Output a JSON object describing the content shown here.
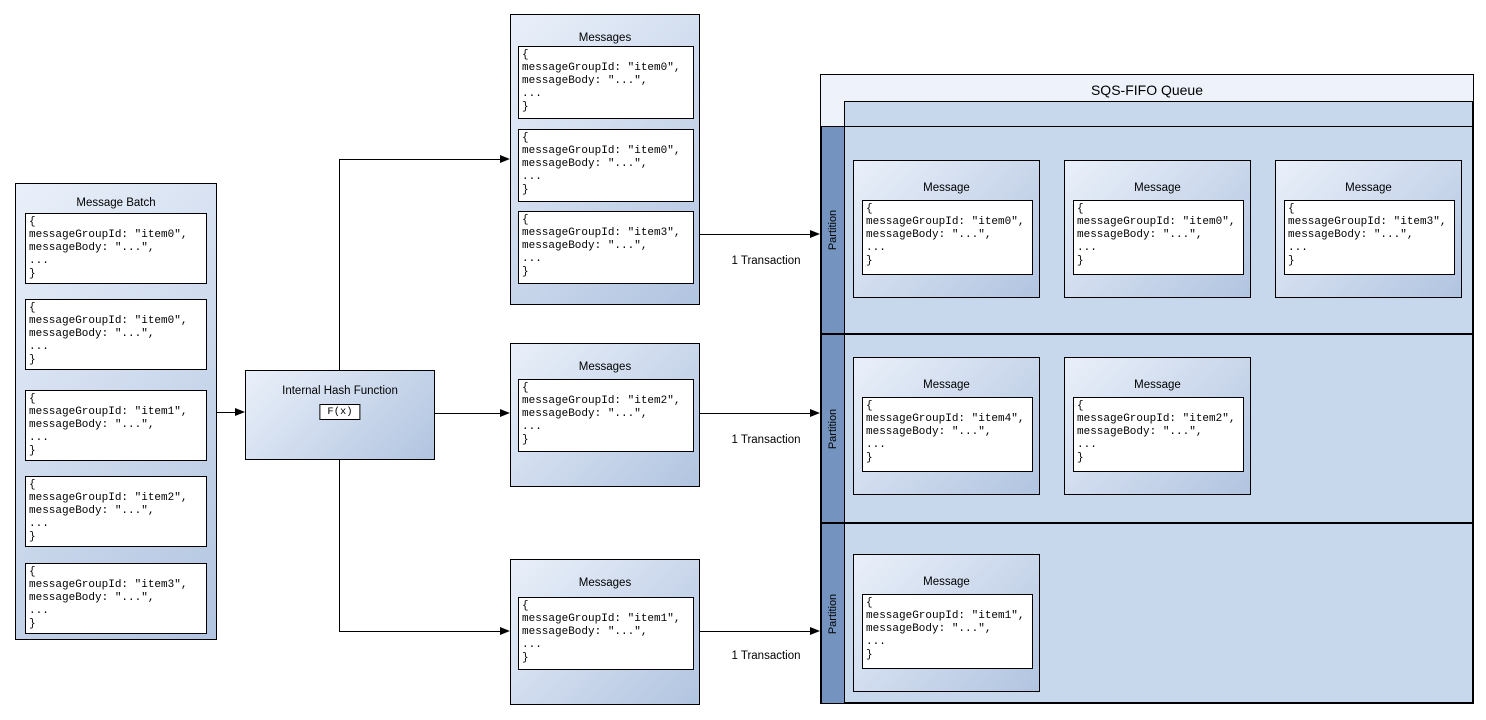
{
  "labels": {
    "transaction": "1 Transaction"
  },
  "batch": {
    "title": "Message Batch",
    "cards": [
      {
        "code": "{\nmessageGroupId: \"item0\",\nmessageBody: \"...\",\n...\n}"
      },
      {
        "code": "{\nmessageGroupId: \"item0\",\nmessageBody: \"...\",\n...\n}"
      },
      {
        "code": "{\nmessageGroupId: \"item1\",\nmessageBody: \"...\",\n...\n}"
      },
      {
        "code": "{\nmessageGroupId: \"item2\",\nmessageBody: \"...\",\n...\n}"
      },
      {
        "code": "{\nmessageGroupId: \"item3\",\nmessageBody: \"...\",\n...\n}"
      }
    ]
  },
  "hash": {
    "title": "Internal Hash Function",
    "badge": "F(x)"
  },
  "groups": [
    {
      "title": "Messages",
      "cards": [
        {
          "code": "{\nmessageGroupId: \"item0\",\nmessageBody: \"...\",\n...\n}"
        },
        {
          "code": "{\nmessageGroupId: \"item0\",\nmessageBody: \"...\",\n...\n}"
        },
        {
          "code": "{\nmessageGroupId: \"item3\",\nmessageBody: \"...\",\n...\n}"
        }
      ]
    },
    {
      "title": "Messages",
      "cards": [
        {
          "code": "{\nmessageGroupId: \"item2\",\nmessageBody: \"...\",\n...\n}"
        }
      ]
    },
    {
      "title": "Messages",
      "cards": [
        {
          "code": "{\nmessageGroupId: \"item1\",\nmessageBody: \"...\",\n...\n}"
        }
      ]
    }
  ],
  "queue": {
    "title": "SQS-FIFO Queue",
    "partitions": [
      {
        "label": "Partition",
        "cards": [
          {
            "title": "Message",
            "code": "{\nmessageGroupId: \"item0\",\nmessageBody: \"...\",\n...\n}"
          },
          {
            "title": "Message",
            "code": "{\nmessageGroupId: \"item0\",\nmessageBody: \"...\",\n...\n}"
          },
          {
            "title": "Message",
            "code": "{\nmessageGroupId: \"item3\",\nmessageBody: \"...\",\n...\n}"
          }
        ]
      },
      {
        "label": "Partition",
        "cards": [
          {
            "title": "Message",
            "code": "{\nmessageGroupId: \"item4\",\nmessageBody: \"...\",\n...\n}"
          },
          {
            "title": "Message",
            "code": "{\nmessageGroupId: \"item2\",\nmessageBody: \"...\",\n...\n}"
          }
        ]
      },
      {
        "label": "Partition",
        "cards": [
          {
            "title": "Message",
            "code": "{\nmessageGroupId: \"item1\",\nmessageBody: \"...\",\n...\n}"
          }
        ]
      }
    ]
  },
  "colors": {
    "box_grad_start": "#eaf0fa",
    "box_grad_end": "#b1c4e0",
    "queue_bg": "#edf2fb",
    "queue_inner_bg": "#c7d7ec",
    "stripe": "#7494bf",
    "border": "#000000"
  }
}
